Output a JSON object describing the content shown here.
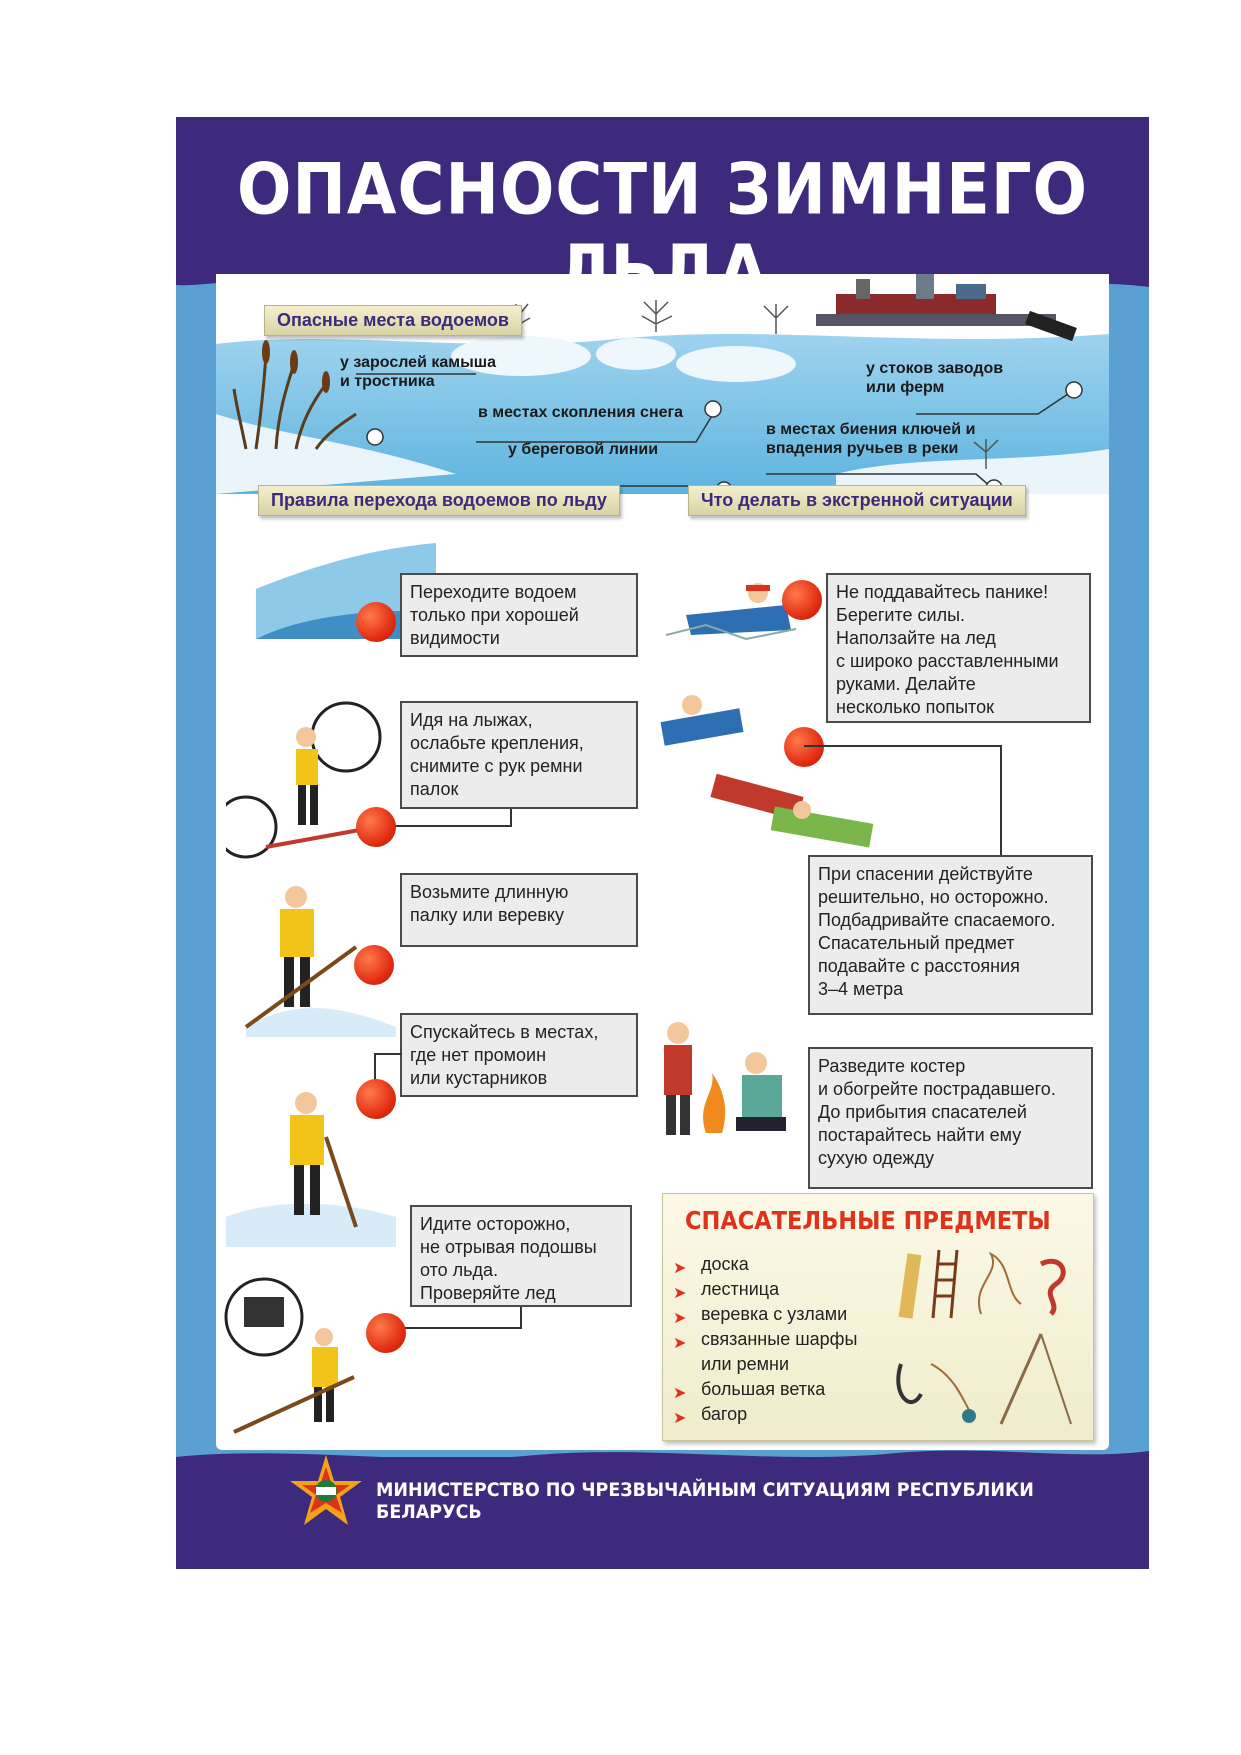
{
  "title": "ОПАСНОСТИ ЗИМНЕГО ЛЬДА",
  "dangerous_places": {
    "heading": "Опасные места водоемов",
    "items": [
      "у зарослей камыша\nи тростника",
      "в местах скопления снега",
      "у береговой линии",
      "у стоков заводов\nили ферм",
      "в местах биения ключей и\nвпадения ручьев в реки"
    ]
  },
  "crossing_rules": {
    "heading": "Правила перехода водоемов по льду",
    "items": [
      "Переходите водоем\nтолько при хорошей\nвидимости",
      "Идя на лыжах,\nослабьте крепления,\nснимите  с рук ремни\nпалок",
      "Возьмите длинную\nпалку или веревку",
      "Спускайтесь в местах,\nгде нет промоин\nили кустарников",
      "Идите осторожно,\nне отрывая подошвы\nото льда.\nПроверяйте лед"
    ]
  },
  "emergency": {
    "heading": "Что делать в экстренной ситуации",
    "items": [
      "Не поддавайтесь панике!\nБерегите силы.\nНаползайте на лед\nс широко расставленными\nруками. Делайте\nнесколько попыток",
      "При спасении действуйте\nрешительно, но осторожно.\nПодбадривайте спасаемого.\nСпасательный предмет\nподавайте с расстояния\n3–4 метра",
      "Разведите костер\nи обогрейте пострадавшего.\nДо прибытия спасателей\nпостарайтесь найти ему\nсухую одежду"
    ]
  },
  "rescue_items": {
    "heading": "СПАСАТЕЛЬНЫЕ  ПРЕДМЕТЫ",
    "items": [
      "доска",
      "лестница",
      "веревка с узлами",
      "связанные шарфы\nили ремни",
      "большая ветка",
      "багор"
    ]
  },
  "footer": "МИНИСТЕРСТВО ПО ЧРЕЗВЫЧАЙНЫМ СИТУАЦИЯМ РЕСПУБЛИКИ БЕЛАРУСЬ",
  "colors": {
    "header": "#3d2a7d",
    "frame": "#5aa0d2",
    "accent": "#e0311d",
    "badge_text": "#3d2a7d"
  }
}
